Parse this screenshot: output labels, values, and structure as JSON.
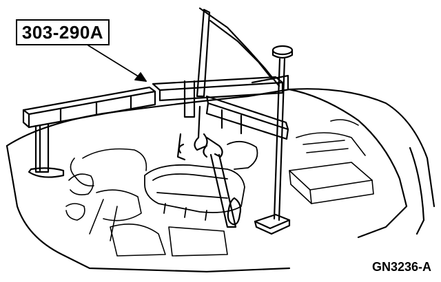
{
  "callout": {
    "label": "303-290A"
  },
  "figure": {
    "id": "GN3236-A"
  },
  "colors": {
    "line": "#000000",
    "background": "#ffffff"
  },
  "icons": {
    "tool": "engine-lifting-bracket",
    "callout_pointer": "arrow"
  }
}
